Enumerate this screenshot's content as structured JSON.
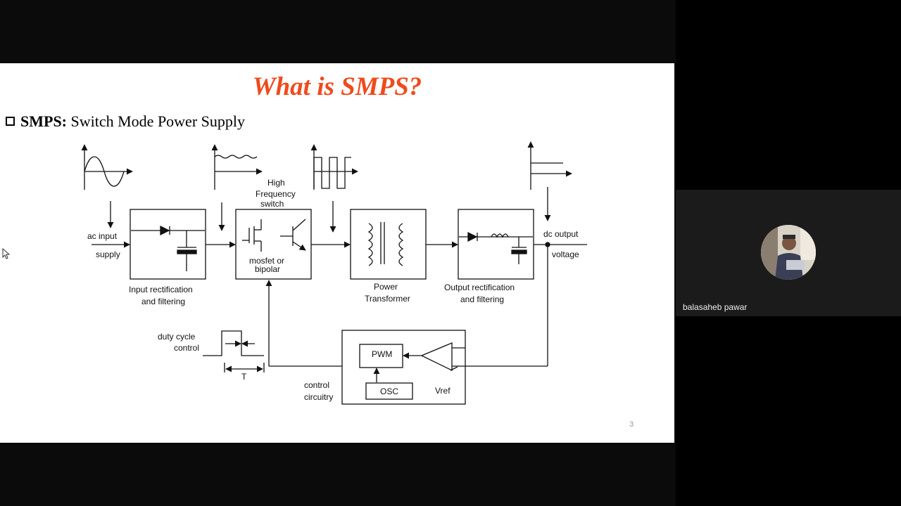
{
  "slide": {
    "title": "What is SMPS?",
    "bullet_term": "SMPS:",
    "bullet_text": " Switch Mode Power Supply",
    "page_number": "3"
  },
  "diagram": {
    "labels": {
      "ac_input": "ac input",
      "supply": "supply",
      "high": "High",
      "frequency": "Frequency",
      "switch": "switch",
      "mosfet_or": "mosfet or",
      "bipolar": "bipolar",
      "dc_output": "dc output",
      "voltage": "voltage",
      "input_rect_1": "Input rectification",
      "input_rect_2": "and filtering",
      "power": "Power",
      "transformer": "Transformer",
      "output_rect_1": "Output rectification",
      "output_rect_2": "and filtering",
      "duty_cycle": "duty cycle",
      "control": "control",
      "period": "T",
      "control_circ_1": "control",
      "control_circ_2": "circuitry",
      "pwm": "PWM",
      "osc": "OSC",
      "vref": "Vref"
    }
  },
  "participant": {
    "name": "balasaheb pawar"
  }
}
